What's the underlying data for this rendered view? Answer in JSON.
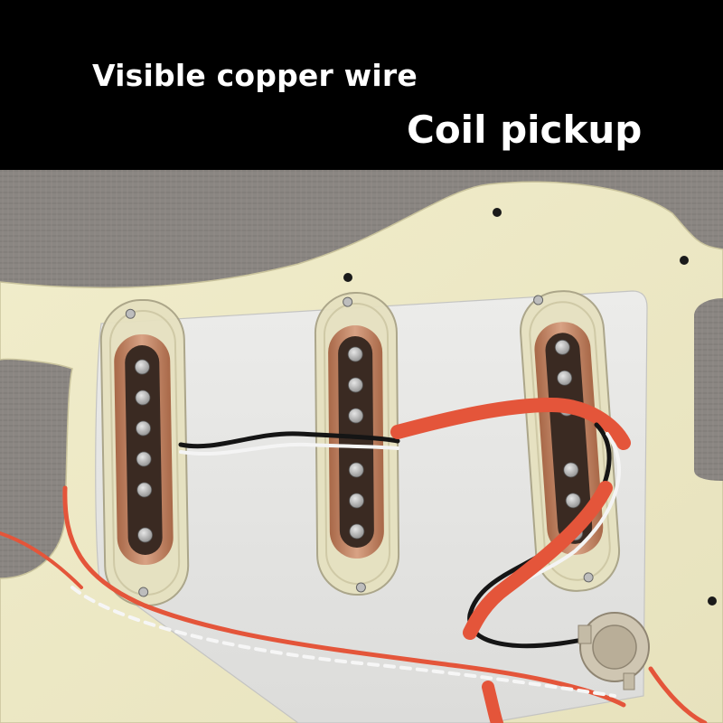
{
  "banner": {
    "caption_copper": "Visible copper wire",
    "caption_pickup": "Coil pickup"
  },
  "photo": {
    "subject": "guitar-pickguard-with-three-single-coil-pickups",
    "colors": {
      "banner": "#000000",
      "caption_text": "#ffffff",
      "pickguard": "#ece8c4",
      "shield_plate": "#e6e6e4",
      "copper_coil": "#c98a68",
      "orange_wire": "#e4553a",
      "fabric": "#8a8682"
    }
  }
}
